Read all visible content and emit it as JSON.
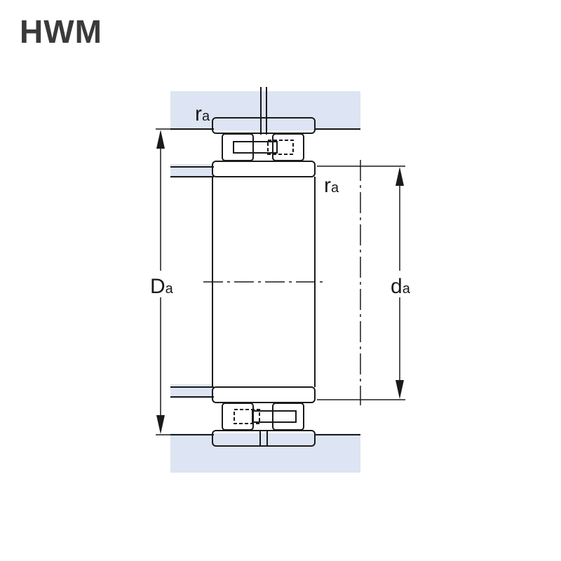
{
  "title": "HWM",
  "labels": {
    "ra_top": {
      "main": "r",
      "sub": "a"
    },
    "ra_right": {
      "main": "r",
      "sub": "a"
    },
    "Da": {
      "main": "D",
      "sub": "a"
    },
    "da": {
      "main": "d",
      "sub": "a"
    }
  },
  "colors": {
    "housing_fill": "#dde4f3",
    "line": "#1a1a1a",
    "background": "#ffffff"
  }
}
